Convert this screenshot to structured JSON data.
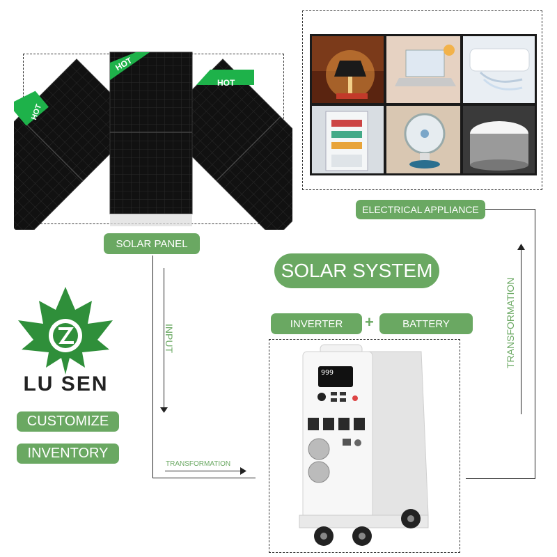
{
  "brand": {
    "name": "LU SEN",
    "badges": [
      "CUSTOMIZE",
      "INVENTORY"
    ],
    "colors": {
      "green": "#6aa862",
      "leaf": "#2f8f3a"
    }
  },
  "solar_panel": {
    "label": "SOLAR PANEL",
    "hot_tags": [
      "HOT",
      "HOT",
      "HOT"
    ]
  },
  "appliances": {
    "label": "ELECTRICAL APPLIANCE",
    "photos": [
      "lamp",
      "laptop",
      "air-conditioner",
      "refrigerator",
      "fan",
      "rice-cooker"
    ]
  },
  "system": {
    "title": "SOLAR SYSTEM",
    "components": {
      "inverter": "INVERTER",
      "plus": "+",
      "battery": "BATTERY"
    },
    "display_value": "999"
  },
  "flow": {
    "input_label": "INPUT",
    "transformation_bottom": "TRANSFORMATION",
    "transformation_right": "TRANSFORMATION"
  }
}
